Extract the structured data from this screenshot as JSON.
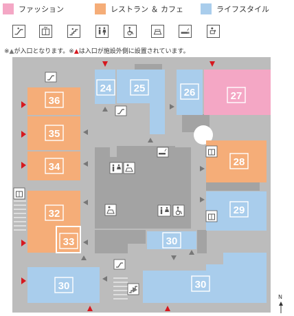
{
  "legend": [
    {
      "key": "fashion",
      "label": "ファッション",
      "color": "#f4a7c5"
    },
    {
      "key": "restaurant",
      "label": "レストラン ＆ カフェ",
      "color": "#f5ad78"
    },
    {
      "key": "lifestyle",
      "label": "ライフスタイル",
      "color": "#a9cdec"
    }
  ],
  "facility_icons": [
    {
      "name": "escalator-icon"
    },
    {
      "name": "elevator-icon"
    },
    {
      "name": "stairs-icon"
    },
    {
      "name": "restroom-icon"
    },
    {
      "name": "accessible-toilet-icon"
    },
    {
      "name": "nursing-room-icon"
    },
    {
      "name": "smoking-area-icon"
    },
    {
      "name": "baby-care-icon"
    }
  ],
  "note": {
    "part1": "※",
    "tri": "▲",
    "part2": "が入口となります。※",
    "part3": "は入口が施設外側に設置されています。"
  },
  "colors": {
    "corridor": "#bcbcbc",
    "core": "#a3a3a3",
    "fashion": "#f4a7c5",
    "restaurant": "#f5ad78",
    "lifestyle": "#a9cdec",
    "entrance_outside": "#d6181f",
    "entrance": "#777777"
  },
  "units": [
    {
      "id": "36",
      "category": "restaurant"
    },
    {
      "id": "35",
      "category": "restaurant"
    },
    {
      "id": "34",
      "category": "restaurant"
    },
    {
      "id": "32",
      "category": "restaurant"
    },
    {
      "id": "33",
      "category": "restaurant"
    },
    {
      "id": "24",
      "category": "lifestyle"
    },
    {
      "id": "25",
      "category": "lifestyle"
    },
    {
      "id": "26",
      "category": "lifestyle"
    },
    {
      "id": "27",
      "category": "fashion"
    },
    {
      "id": "28",
      "category": "restaurant"
    },
    {
      "id": "29",
      "category": "lifestyle"
    },
    {
      "id": "30",
      "category": "lifestyle"
    },
    {
      "id": "30",
      "category": "lifestyle"
    },
    {
      "id": "30",
      "category": "lifestyle"
    }
  ],
  "compass": {
    "label": "N"
  }
}
